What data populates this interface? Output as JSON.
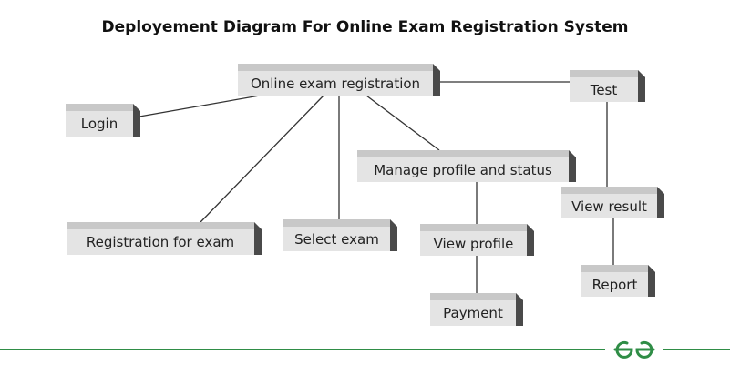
{
  "title": "Deployement Diagram For Online Exam Registration System",
  "nodes": {
    "online_exam_registration": "Online exam registration",
    "login": "Login",
    "test": "Test",
    "manage_profile": "Manage profile and status",
    "registration_for_exam": "Registration for exam",
    "select_exam": "Select exam",
    "view_profile": "View profile",
    "payment": "Payment",
    "view_result": "View result",
    "report": "Report"
  },
  "colors": {
    "node_front": "#e4e4e4",
    "node_top": "#c8c8c8",
    "node_side": "#4a4a4a",
    "connector": "#333333",
    "brand_green": "#2f8d46"
  },
  "icons": {
    "brand_logo": "gfg-logo-icon"
  }
}
